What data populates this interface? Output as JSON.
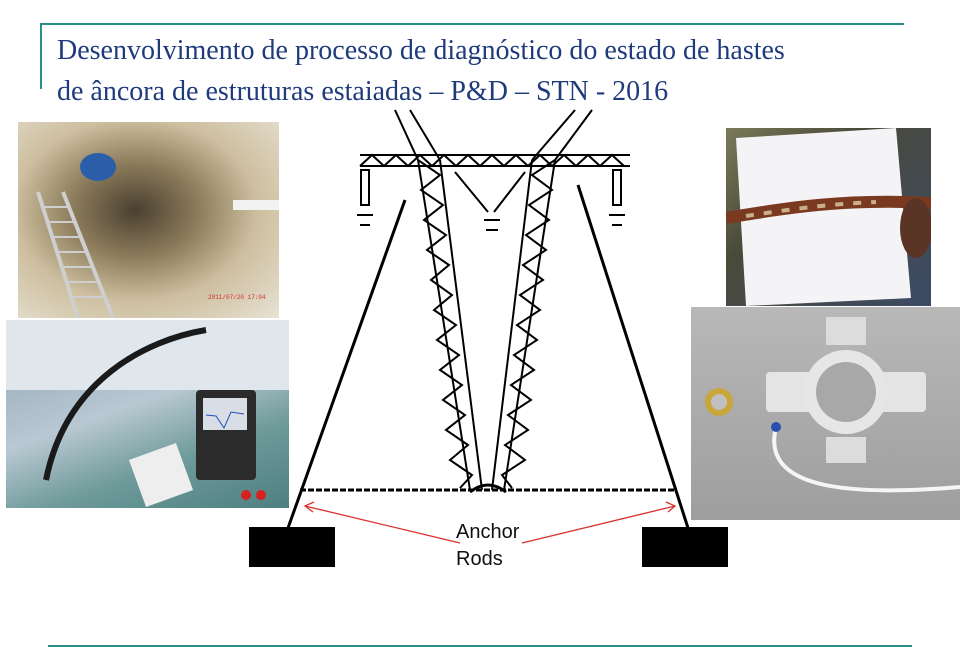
{
  "slide": {
    "title_line1": "Desenvolvimento de processo de diagnóstico do estado de hastes",
    "title_line2": "de âncora de estruturas estaiadas – P&D – STN - 2016"
  },
  "diagram": {
    "label_line1": "Anchor",
    "label_line2": "Rods",
    "arrow_color": "#d9302c",
    "accent_color": "#2a8f8a",
    "title_color": "#1f3b7c"
  },
  "photos": {
    "tunnel_timestamp": "2011/07/20 17:04"
  }
}
